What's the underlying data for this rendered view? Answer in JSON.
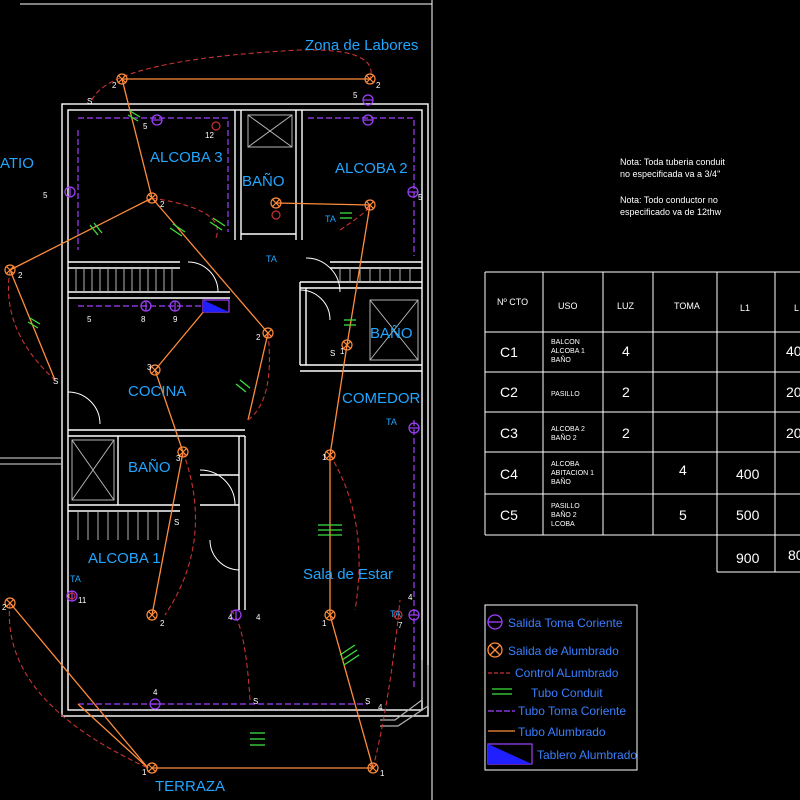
{
  "rooms": {
    "zona_labores": "Zona de Labores",
    "patio": "ATIO",
    "alcoba3": "ALCOBA 3",
    "alcoba2": "ALCOBA 2",
    "bano_top": "BAÑO",
    "bano_right": "BAÑO",
    "cocina": "COCINA",
    "comedor": "COMEDOR",
    "bano_mid": "BAÑO",
    "alcoba1": "ALCOBA 1",
    "sala": "Sala de Estar",
    "terraza": "TERRAZA"
  },
  "notes": {
    "note1_line1": "Nota: Toda tuberia conduit",
    "note1_line2": "no especificada va a 3/4\"",
    "note2_line1": "Nota: Todo conductor no",
    "note2_line2": "especificado va de 12thw"
  },
  "table": {
    "headers": [
      "Nº CTO",
      "USO",
      "LUZ",
      "TOMA",
      "L1",
      "L"
    ],
    "rows": [
      {
        "cto": "C1",
        "uso": [
          "BALCON",
          "ALCOBA 1",
          "BAÑO"
        ],
        "luz": "4",
        "toma": "",
        "l1": "",
        "l2": "40"
      },
      {
        "cto": "C2",
        "uso": [
          "PASILLO"
        ],
        "luz": "2",
        "toma": "",
        "l1": "",
        "l2": "20"
      },
      {
        "cto": "C3",
        "uso": [
          "ALCOBA 2",
          "BAÑO 2"
        ],
        "luz": "2",
        "toma": "",
        "l1": "",
        "l2": "20"
      },
      {
        "cto": "C4",
        "uso": [
          "ALCOBA",
          "ABITACION 1",
          "BAÑO"
        ],
        "luz": "",
        "toma": "4",
        "l1": "400",
        "l2": ""
      },
      {
        "cto": "C5",
        "uso": [
          "PASILLO",
          "BAÑO 2",
          "LCOBA"
        ],
        "luz": "",
        "toma": "5",
        "l1": "500",
        "l2": ""
      }
    ],
    "totals": {
      "l1": "900",
      "l2": "80"
    }
  },
  "legend": {
    "items": [
      {
        "label": "Salida Toma Coriente",
        "symbol": "outlet-icon"
      },
      {
        "label": "Salida de Alumbrado",
        "symbol": "light-outlet-icon"
      },
      {
        "label": "Control ALumbrado",
        "symbol": "dashed-line-icon"
      },
      {
        "label": "Tubo Conduit",
        "symbol": "double-line-icon"
      },
      {
        "label": "Tubo Toma Coriente",
        "symbol": "purple-line-icon"
      },
      {
        "label": "Tubo Alumbrado",
        "symbol": "orange-line-icon"
      },
      {
        "label": "Tablero Alumbrado",
        "symbol": "panel-icon"
      }
    ]
  },
  "marks": {
    "ta": "TA",
    "switch": "S"
  },
  "colors": {
    "wall": "#ffffff",
    "grey_wall": "#b4b4b4",
    "room_label": "#22a6ff",
    "light_circuit": "#ff8c3c",
    "outlet_circuit": "#a040ff",
    "control": "#c83232",
    "conduit": "#3ce03c",
    "outlet": "#a040ff",
    "panel": "#2020ff"
  }
}
